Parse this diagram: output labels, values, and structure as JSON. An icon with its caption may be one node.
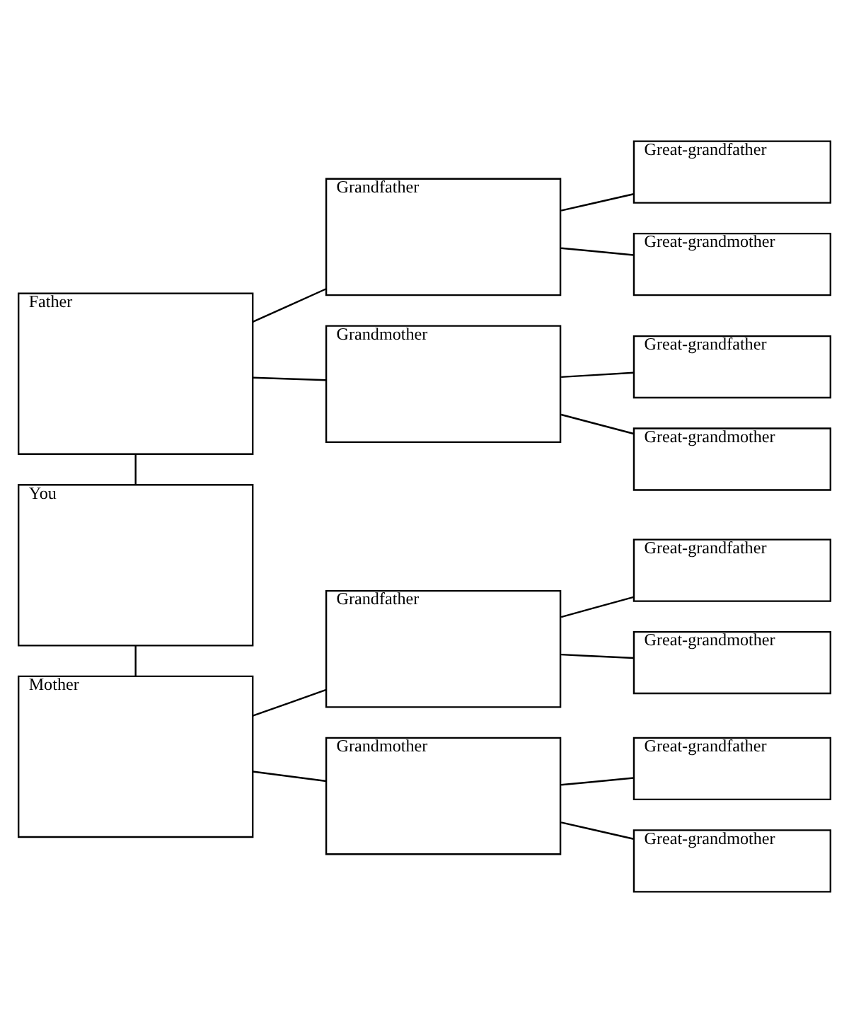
{
  "diagram": {
    "nodes": [
      {
        "text": [
          "Father"
        ]
      },
      {
        "text": [
          "You"
        ]
      },
      {
        "text": [
          "Mother"
        ]
      },
      {
        "text": [
          "Grandfather"
        ]
      },
      {
        "text": [
          "Grandmother"
        ]
      },
      {
        "text": [
          "Grandfather"
        ]
      },
      {
        "text": [
          "Grandmother"
        ]
      },
      {
        "text": [
          "Great-grandfather"
        ]
      },
      {
        "text": [
          "Great-grandmother"
        ]
      },
      {
        "text": [
          "Great-grandfather"
        ]
      },
      {
        "text": [
          "Great-grandmother"
        ]
      },
      {
        "text": [
          "Great-grandfather"
        ]
      },
      {
        "text": [
          "Great-grandmother"
        ]
      },
      {
        "text": [
          "Great-grandfather"
        ]
      },
      {
        "text": [
          "Great-grandmother"
        ]
      }
    ],
    "edges": [
      {
        "from": 0,
        "to": 1,
        "arrow": "none"
      },
      {
        "from": 1,
        "to": 2,
        "arrow": "none"
      },
      {
        "from": 0,
        "to": 3,
        "arrow": "none"
      },
      {
        "from": 0,
        "to": 4,
        "arrow": "none"
      },
      {
        "from": 2,
        "to": 5,
        "arrow": "none"
      },
      {
        "from": 2,
        "to": 6,
        "arrow": "none"
      },
      {
        "from": 3,
        "to": 7,
        "arrow": "none"
      },
      {
        "from": 3,
        "to": 8,
        "arrow": "none"
      },
      {
        "from": 4,
        "to": 9,
        "arrow": "none"
      },
      {
        "from": 4,
        "to": 10,
        "arrow": "none"
      },
      {
        "from": 5,
        "to": 11,
        "arrow": "none"
      },
      {
        "from": 5,
        "to": 12,
        "arrow": "none"
      },
      {
        "from": 6,
        "to": 13,
        "arrow": "none"
      },
      {
        "from": 6,
        "to": 14,
        "arrow": "none"
      }
    ]
  }
}
